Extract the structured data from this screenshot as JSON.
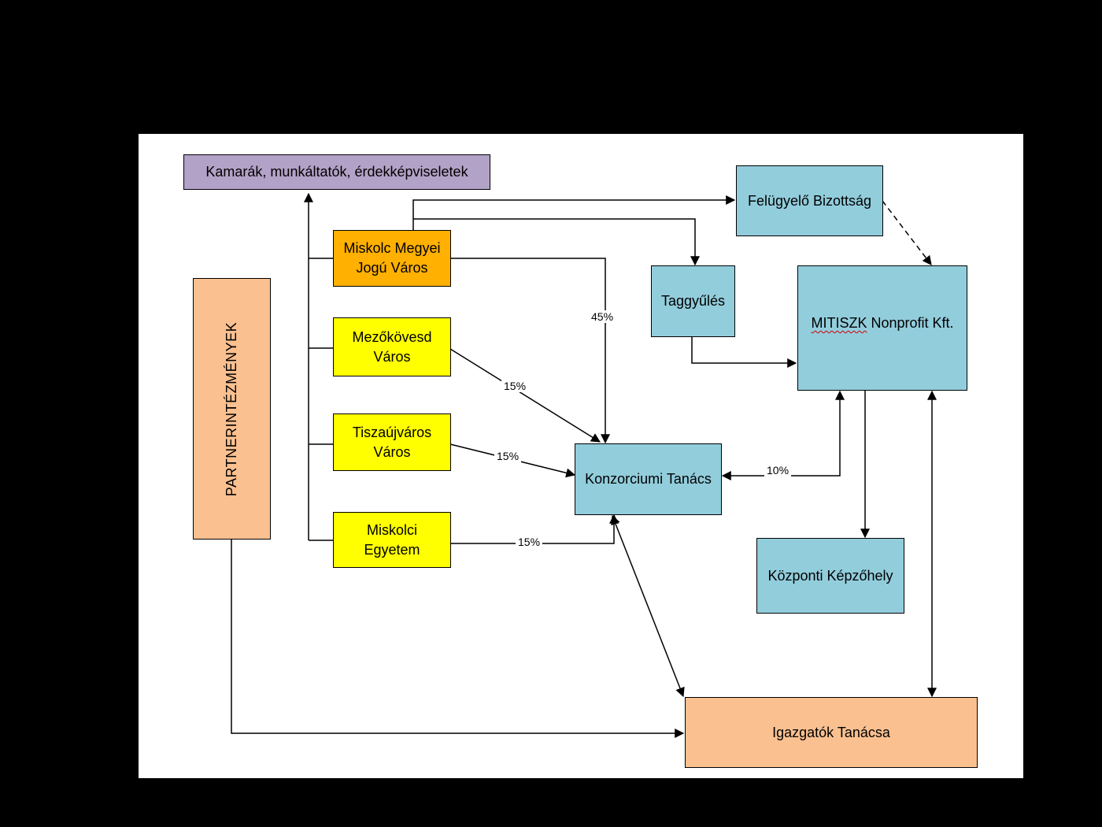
{
  "nodes": {
    "kamarak": "Kamarák, munkáltatók, érdekképviseletek",
    "miskolc_varos": "Miskolc Megyei\nJogú Város",
    "mezokovesd": "Mezőkövesd\nVáros",
    "tiszaujvaros": "Tiszaújváros\nVáros",
    "miskolci_egyetem": "Miskolci\nEgyetem",
    "partnerintezmenyek": "PARTNERINTÉZMÉNYEK",
    "felugyelo": "Felügyelő Bizottság",
    "taggyules": "Taggyűlés",
    "mitiszk_word": "MITISZK",
    "mitiszk_rest": " Nonprofit Kft.",
    "konzorciumi": "Konzorciumi Tanács",
    "kozponti": "Központi Képzőhely",
    "igazgatok": "Igazgatók Tanácsa"
  },
  "edge_labels": {
    "miskolc_share": "45%",
    "mezokovesd_share": "15%",
    "tiszaujvaros_share": "15%",
    "egyetem_share": "15%",
    "mitiszk_share": "10%"
  },
  "colors": {
    "background": "#000000",
    "canvas": "#ffffff",
    "purple": "#b3a2c7",
    "orange": "#ffb000",
    "yellow": "#ffff00",
    "blue": "#92cddc",
    "peach": "#fac090"
  }
}
